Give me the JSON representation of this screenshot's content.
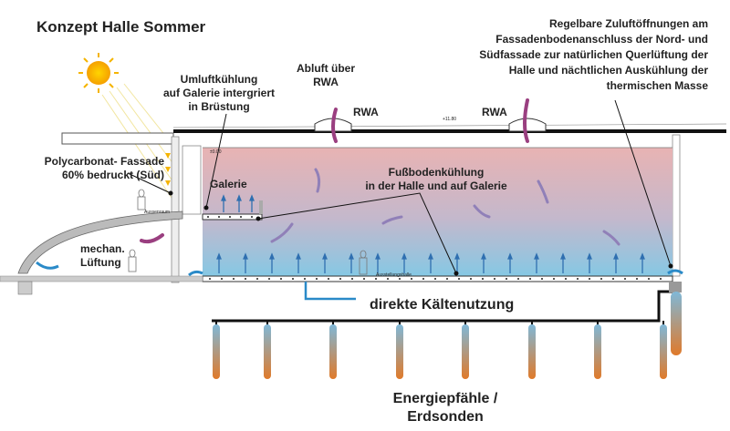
{
  "title": "Konzept Halle Sommer",
  "labels": {
    "zuluft": [
      "Regelbare Zuluftöffnungen am",
      "Fassadenbodenanschluss der Nord- und",
      "Südfassade zur natürlichen Querlüftung der",
      "Halle und nächtlichen Auskühlung der",
      "thermischen Masse"
    ],
    "abluft": [
      "Abluft über",
      "RWA"
    ],
    "umluft": [
      "Umluftkühlung",
      "auf Galerie intergriert",
      "in Brüstung"
    ],
    "rwa_1": "RWA",
    "rwa_2": "RWA",
    "polycarbonat": [
      "Polycarbonat- Fassade",
      "60% bedruckt (Süd)"
    ],
    "galerie": "Galerie",
    "fussboden": [
      "Fußbodenkühlung",
      "in der Halle und auf Galerie"
    ],
    "mechan": [
      "mechan.",
      "Lüftung"
    ],
    "kaelte": "direkte Kältenutzung",
    "energie": [
      "Energiepfähle /",
      "Erdsonden"
    ],
    "level_roof": "+11.80",
    "level_floor": "±0.00",
    "aussenraum": "Aussenraum",
    "halle": "Ausstellungshalle"
  },
  "colors": {
    "warm": "#e8b3b3",
    "cool": "#86c8e4",
    "airflow": "#9080b8",
    "exhaust": "#9a3f80",
    "pipe": "#2a8ac8",
    "pile_top": "#7fb8d8",
    "pile_bottom": "#e07a2a",
    "sun": "#f5b400"
  }
}
